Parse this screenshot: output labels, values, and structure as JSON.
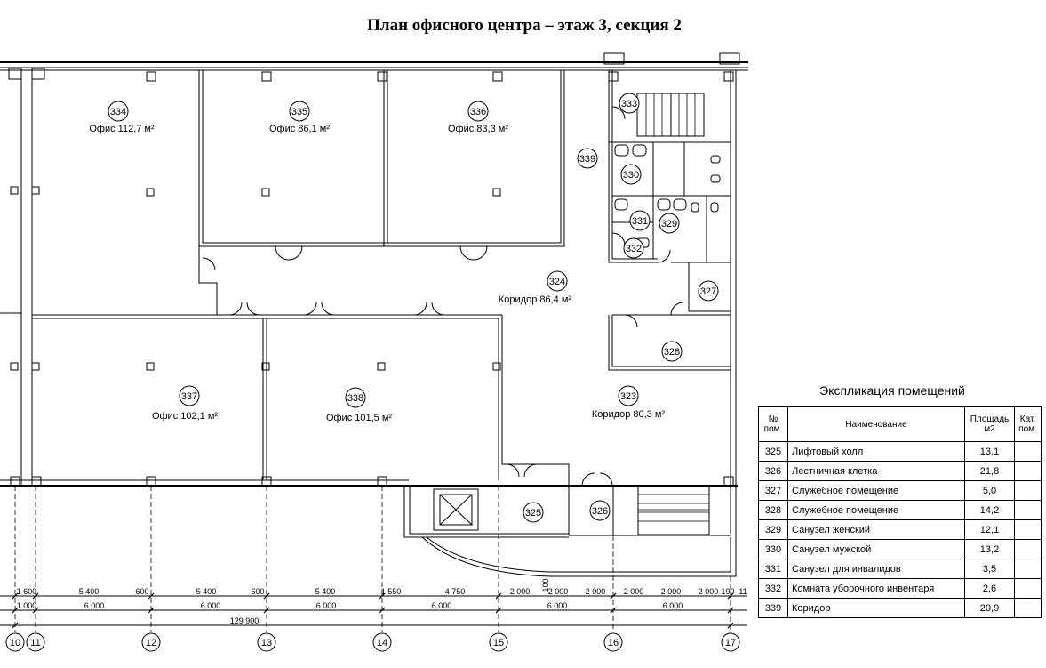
{
  "title": "План офисного центра – этаж 3, секция 2",
  "rooms": [
    {
      "num": "334",
      "label": "Офис 112,7 м²"
    },
    {
      "num": "335",
      "label": "Офис 86,1 м²"
    },
    {
      "num": "336",
      "label": "Офис 83,3 м²"
    },
    {
      "num": "324",
      "label": "Коридор 86,4 м²"
    },
    {
      "num": "337",
      "label": "Офис 102,1 м²"
    },
    {
      "num": "338",
      "label": "Офис 101,5 м²"
    },
    {
      "num": "323",
      "label": "Коридор 80,3 м²"
    },
    {
      "num": "339",
      "label": ""
    },
    {
      "num": "330",
      "label": ""
    },
    {
      "num": "331",
      "label": ""
    },
    {
      "num": "329",
      "label": ""
    },
    {
      "num": "332",
      "label": ""
    },
    {
      "num": "327",
      "label": ""
    },
    {
      "num": "328",
      "label": ""
    },
    {
      "num": "325",
      "label": ""
    },
    {
      "num": "326",
      "label": ""
    },
    {
      "num": "333",
      "label": ""
    }
  ],
  "dimensions": {
    "row1": [
      "1 600",
      "5 400",
      "600",
      "5 400",
      "600",
      "5 400",
      "1 550",
      "4 750",
      "2 000",
      "2 000",
      "2 000",
      "2 000",
      "2 000",
      "2 000",
      "190",
      "11"
    ],
    "row2": [
      "1 000",
      "6 000",
      "6 000",
      "6 000",
      "6 000",
      "6 000",
      "6 000"
    ],
    "total": "129 900",
    "note": "100"
  },
  "axes": [
    "10",
    "11",
    "12",
    "13",
    "14",
    "15",
    "16",
    "17"
  ],
  "explication": {
    "title": "Экспликация помещений",
    "headers": {
      "num": "№ пом.",
      "name": "Наименование",
      "area": "Площадь м2",
      "cat": "Кат. пом."
    },
    "rows": [
      {
        "num": "325",
        "name": "Лифтовый холл",
        "area": "13,1",
        "cat": ""
      },
      {
        "num": "326",
        "name": "Лестничная клетка",
        "area": "21,8",
        "cat": ""
      },
      {
        "num": "327",
        "name": "Служебное помещение",
        "area": "5,0",
        "cat": ""
      },
      {
        "num": "328",
        "name": "Служебное помещение",
        "area": "14,2",
        "cat": ""
      },
      {
        "num": "329",
        "name": "Санузел женский",
        "area": "12,1",
        "cat": ""
      },
      {
        "num": "330",
        "name": "Санузел мужской",
        "area": "13,2",
        "cat": ""
      },
      {
        "num": "331",
        "name": "Санузел для инвалидов",
        "area": "3,5",
        "cat": ""
      },
      {
        "num": "332",
        "name": "Комната уборочного инвентаря",
        "area": "2,6",
        "cat": ""
      },
      {
        "num": "339",
        "name": "Коридор",
        "area": "20,9",
        "cat": ""
      }
    ]
  }
}
